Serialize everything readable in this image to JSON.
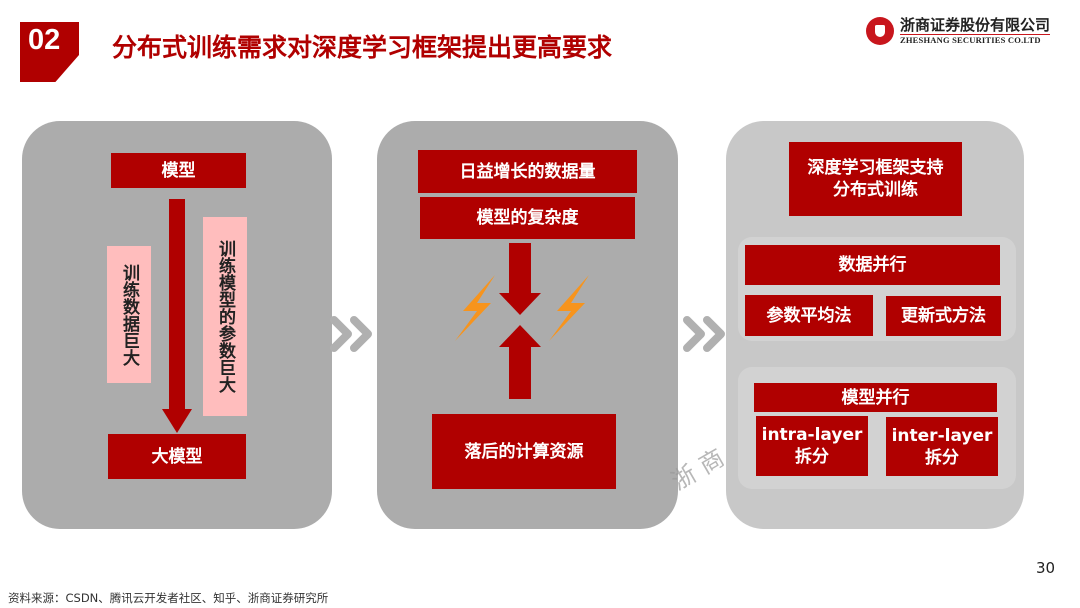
{
  "header": {
    "section_number": "02",
    "title": "分布式训练需求对深度学习框架提出更高要求",
    "logo": {
      "icon": "zheshang-logo-icon",
      "name_cn": "浙商证券股份有限公司",
      "name_en": "ZHESHANG SECURITIES CO.LTD",
      "brand_color": "#c8161d"
    }
  },
  "panels": {
    "left": {
      "top_label": "模型",
      "left_note": "训练数据巨大",
      "right_note": "训练模型的参数巨大",
      "bottom_label": "大模型"
    },
    "middle": {
      "top_labels": [
        "日益增长的数据量",
        "模型的复杂度"
      ],
      "bottom_label": "落后的计算资源",
      "icons": [
        "lightning-icon",
        "lightning-icon"
      ]
    },
    "right": {
      "header": "深度学习框架支持分布式训练",
      "header_lines": [
        "深度学习框架支持",
        "分布式训练"
      ],
      "data_parallel": {
        "label": "数据并行",
        "methods": [
          "参数平均法",
          "更新式方法"
        ]
      },
      "model_parallel": {
        "label": "模型并行",
        "methods": [
          {
            "line1": "intra-layer",
            "line2": "拆分"
          },
          {
            "line1": "inter-layer",
            "line2": "拆分"
          }
        ]
      }
    }
  },
  "colors": {
    "accent_red": "#b00000",
    "pink": "#ffbdbd",
    "panel_gray": "#acacac",
    "panel_light_gray": "#c8c8c8",
    "lightning_orange": "#f7941d"
  },
  "footer": {
    "source": "资料来源：CSDN、腾讯云开发者社区、知乎、浙商证券研究所",
    "page_number": "30",
    "watermark": "浙商"
  }
}
